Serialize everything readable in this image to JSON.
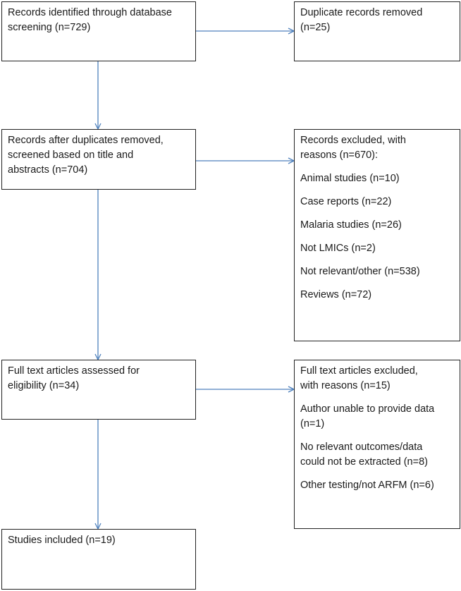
{
  "identified": {
    "line1": "Records identified through database",
    "line2": "screening (n=729)"
  },
  "duplicates": {
    "line1": "Duplicate records removed",
    "line2": "(n=25)"
  },
  "screened": {
    "line1": "Records after duplicates removed,",
    "line2": "screened based on title and",
    "line3": "abstracts (n=704)"
  },
  "excluded_records": {
    "head1": "Records excluded, with",
    "head2": "reasons (n=670):",
    "reasons": [
      "Animal studies (n=10)",
      "Case reports (n=22)",
      "Malaria studies (n=26)",
      "Not LMICs (n=2)",
      "Not relevant/other (n=538)",
      "Reviews (n=72)"
    ]
  },
  "fulltext": {
    "line1": "Full text articles assessed for",
    "line2": "eligibility (n=34)"
  },
  "excluded_fulltext": {
    "head1": "Full text articles excluded,",
    "head2": "with reasons (n=15)",
    "reason1_line1": "Author unable to provide data",
    "reason1_line2": "(n=1)",
    "reason2_line1": "No relevant outcomes/data",
    "reason2_line2": "could not be extracted (n=8)",
    "reason3": "Other testing/not ARFM (n=6)"
  },
  "included": {
    "line1": "Studies included (n=19)"
  },
  "colors": {
    "arrow": "#4f81bd",
    "border": "#222222"
  }
}
